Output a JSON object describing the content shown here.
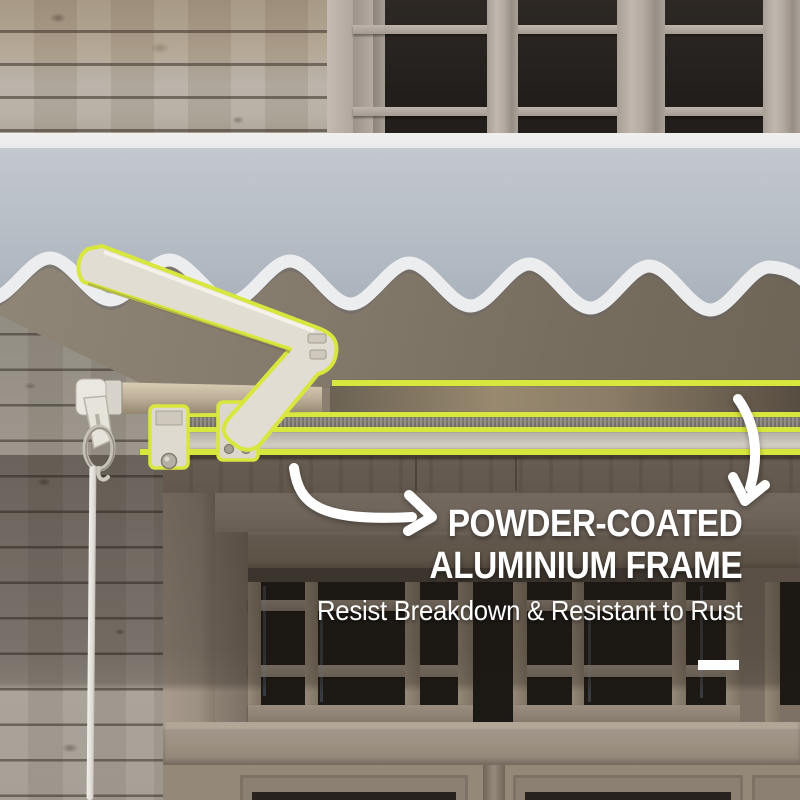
{
  "callout": {
    "heading_line1": "POWDER-COATED",
    "heading_line2": "ALUMINIUM FRAME",
    "subtitle": "Resist Breakdown & Resistant to Rust"
  },
  "colors": {
    "highlight_yellow": "#d8e73e",
    "text_white": "#ffffff",
    "valance_gray": "#b6bdc5",
    "trim_white": "#ecedee",
    "fabric_taupe": "#7c7264",
    "wall_taupe": "#8b7f72",
    "frame_metal_white": "#e2ddd3",
    "pane_dark": "#1d1a16"
  },
  "scene": {
    "subject": "retractable-awning-on-house-wall",
    "highlighted_part": "folding-arm-and-square-bar",
    "annotation_marks": [
      "left-curved-arrow",
      "right-curved-arrow",
      "white-underline-dash"
    ]
  }
}
